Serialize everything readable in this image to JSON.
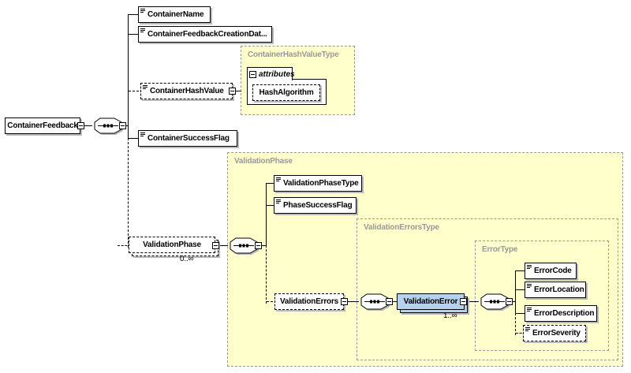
{
  "diagram": {
    "root_label": "ContainerFeedback",
    "elements": {
      "container_name": "ContainerName",
      "container_feedback_creation_date": "ContainerFeedbackCreationDat...",
      "container_hash_value": "ContainerHashValue",
      "hash_algorithm": "HashAlgorithm",
      "container_success_flag": "ContainerSuccessFlag",
      "validation_phase": "ValidationPhase",
      "validation_phase_type": "ValidationPhaseType",
      "phase_success_flag": "PhaseSuccessFlag",
      "validation_errors": "ValidationErrors",
      "validation_error": "ValidationError",
      "error_code": "ErrorCode",
      "error_location": "ErrorLocation",
      "error_description": "ErrorDescription",
      "error_severity": "ErrorSeverity"
    },
    "type_boxes": {
      "container_hash_value_type": "ContainerHashValueType",
      "validation_phase": "ValidationPhase",
      "validation_errors_type": "ValidationErrorsType",
      "error_type": "ErrorType"
    },
    "attributes_label": "attributes",
    "occurrences": {
      "validation_phase": "0..∞",
      "validation_error": "1..∞"
    },
    "colors": {
      "type_box_bg": "#ffffcc",
      "type_box_border": "#999999",
      "type_title_color": "#999999",
      "selected_element_bg": "#b5d1ee",
      "box_border": "#000000",
      "shadow": "#b8b8b8"
    }
  }
}
